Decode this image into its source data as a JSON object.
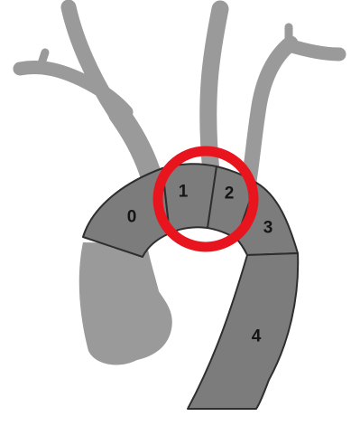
{
  "zones": [
    {
      "id": "zone-0",
      "label": "0"
    },
    {
      "id": "zone-1",
      "label": "1"
    },
    {
      "id": "zone-2",
      "label": "2"
    },
    {
      "id": "zone-3",
      "label": "3"
    },
    {
      "id": "zone-4",
      "label": "4"
    }
  ],
  "colors": {
    "vessel": "#9a9a9a",
    "zone_fill": "#7c7c7c",
    "zone_outline": "#2e2e2e",
    "highlight_circle": "#e8141e"
  },
  "highlighted_zones": [
    "1",
    "2"
  ]
}
